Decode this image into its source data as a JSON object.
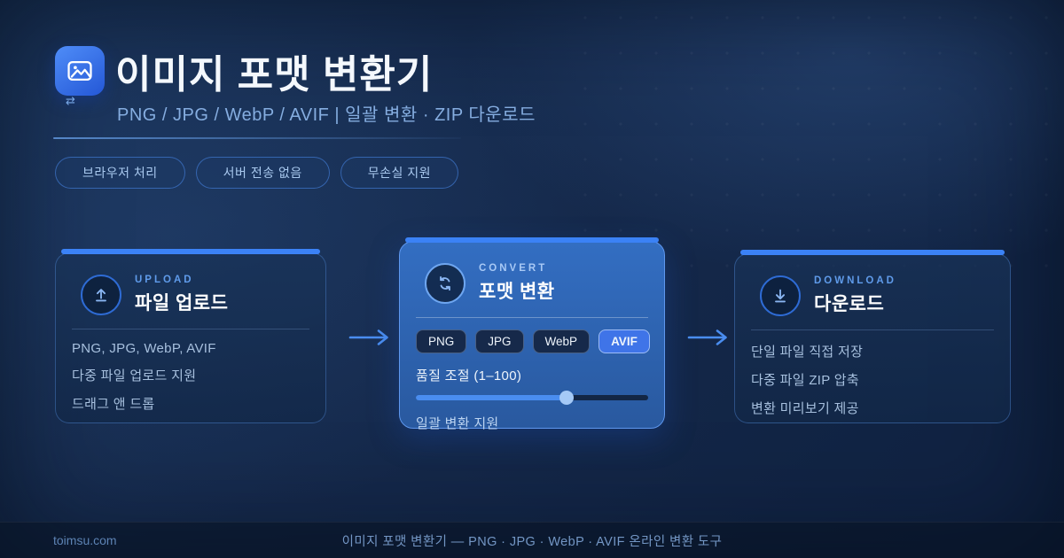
{
  "header": {
    "title": "이미지 포맷 변환기",
    "subtitle": "PNG / JPG / WebP / AVIF | 일괄 변환 · ZIP 다운로드",
    "swap_glyph": "⇄"
  },
  "badges": [
    {
      "label": "브라우저 처리"
    },
    {
      "label": "서버 전송 없음"
    },
    {
      "label": "무손실 지원"
    }
  ],
  "cards": [
    {
      "id": "upload",
      "eyebrow": "UPLOAD",
      "title": "파일 업로드",
      "icon": "upload-icon",
      "lines": [
        "PNG, JPG, WebP, AVIF",
        "다중 파일 업로드 지원",
        "드래그 앤 드롭"
      ]
    },
    {
      "id": "convert",
      "eyebrow": "CONVERT",
      "title": "포맷 변환",
      "icon": "convert-icon",
      "formats": [
        "PNG",
        "JPG",
        "WebP",
        "AVIF"
      ],
      "active_format": "AVIF",
      "quality_label": "품질 조절 (1–100)",
      "quality_percent": 65,
      "footnote": "일괄 변환 지원"
    },
    {
      "id": "download",
      "eyebrow": "DOWNLOAD",
      "title": "다운로드",
      "icon": "download-icon",
      "lines": [
        "단일 파일 직접 저장",
        "다중 파일 ZIP 압축",
        "변환 미리보기 제공"
      ]
    }
  ],
  "footer": {
    "site": "toimsu.com",
    "tagline": "이미지 포맷 변환기 — PNG · JPG · WebP · AVIF 온라인 변환 도구"
  },
  "colors": {
    "accent": "#3b82f6",
    "accent_bright": "#4a8df0",
    "eyebrow": "#5f9bea",
    "subtitle": "#85ade0"
  }
}
